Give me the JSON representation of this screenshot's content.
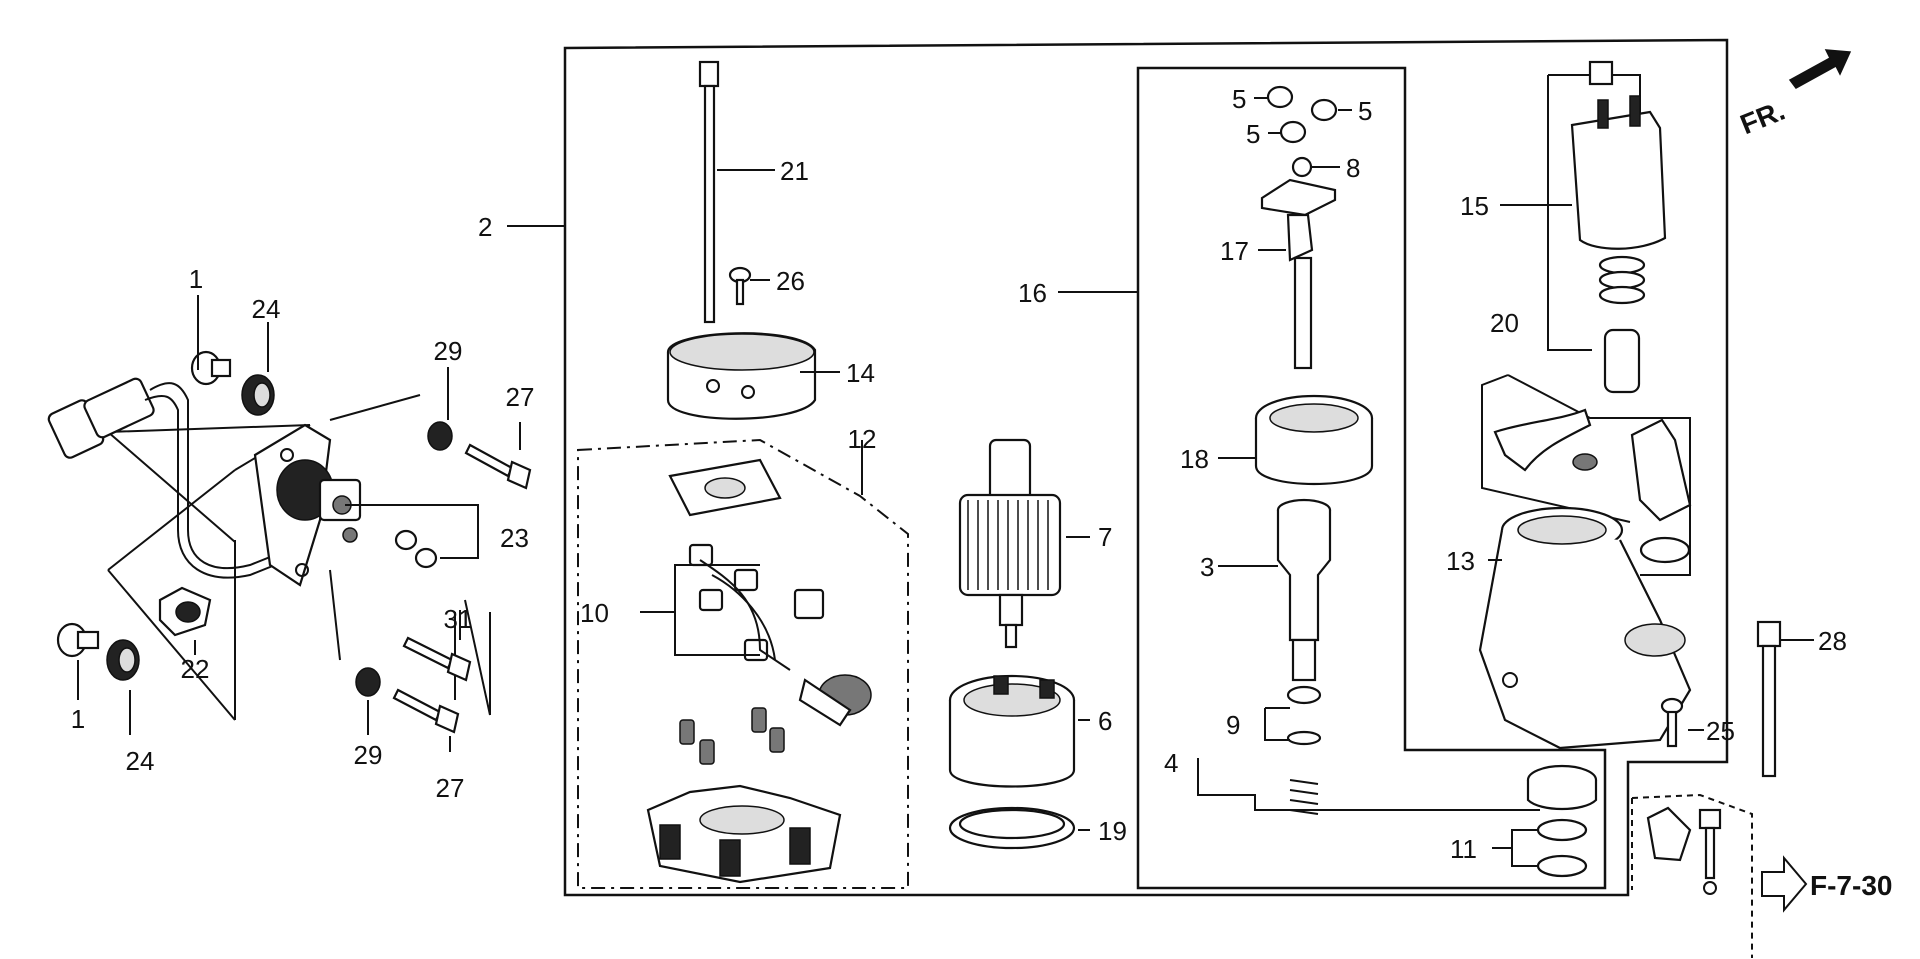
{
  "direction_label": "FR.",
  "reference_label": "F-7-30",
  "callouts": {
    "c1a": "1",
    "c1b": "1",
    "c2": "2",
    "c3": "3",
    "c4": "4",
    "c5a": "5",
    "c5b": "5",
    "c5c": "5",
    "c6": "6",
    "c7": "7",
    "c8": "8",
    "c9": "9",
    "c10": "10",
    "c11": "11",
    "c12": "12",
    "c13": "13",
    "c14": "14",
    "c15": "15",
    "c16": "16",
    "c17": "17",
    "c18": "18",
    "c19": "19",
    "c20": "20",
    "c21": "21",
    "c22": "22",
    "c23": "23",
    "c24a": "24",
    "c24b": "24",
    "c25": "25",
    "c26": "26",
    "c27a": "27",
    "c27b": "27",
    "c28": "28",
    "c29a": "29",
    "c29b": "29",
    "c31": "31"
  },
  "icons": [
    "arrow-front-icon",
    "hollow-arrow-icon"
  ]
}
